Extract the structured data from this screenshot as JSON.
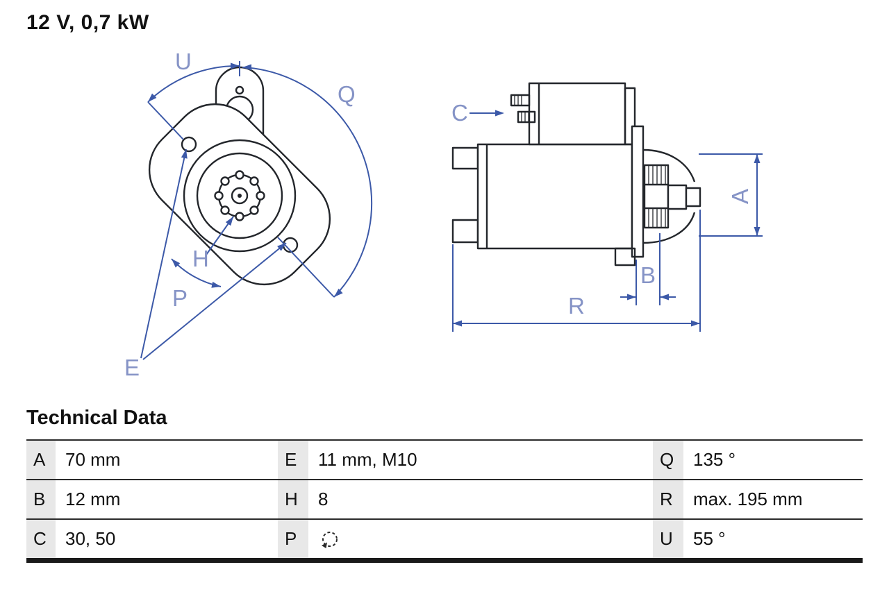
{
  "title": "12 V, 0,7 kW",
  "diagram": {
    "labels": {
      "U": "U",
      "Q": "Q",
      "H": "H",
      "P": "P",
      "E": "E",
      "C": "C",
      "A": "A",
      "B": "B",
      "R": "R"
    },
    "colors": {
      "outline": "#23262b",
      "dimension_line": "#3c59a8",
      "dimension_label": "#8593c6",
      "text": "#111111",
      "table_shade": "#e8e8e8",
      "table_border": "#2b2b2b"
    }
  },
  "table": {
    "heading": "Technical Data",
    "p_icon": "rotation-ccw-icon",
    "rows": [
      {
        "k1": "A",
        "v1": "70 mm",
        "k2": "E",
        "v2": "11 mm, M10",
        "k3": "Q",
        "v3": "135 °"
      },
      {
        "k1": "B",
        "v1": "12 mm",
        "k2": "H",
        "v2": "8",
        "k3": "R",
        "v3": "max. 195 mm"
      },
      {
        "k1": "C",
        "v1": "30, 50",
        "k2": "P",
        "v2": "",
        "k3": "U",
        "v3": "55 °"
      }
    ]
  }
}
